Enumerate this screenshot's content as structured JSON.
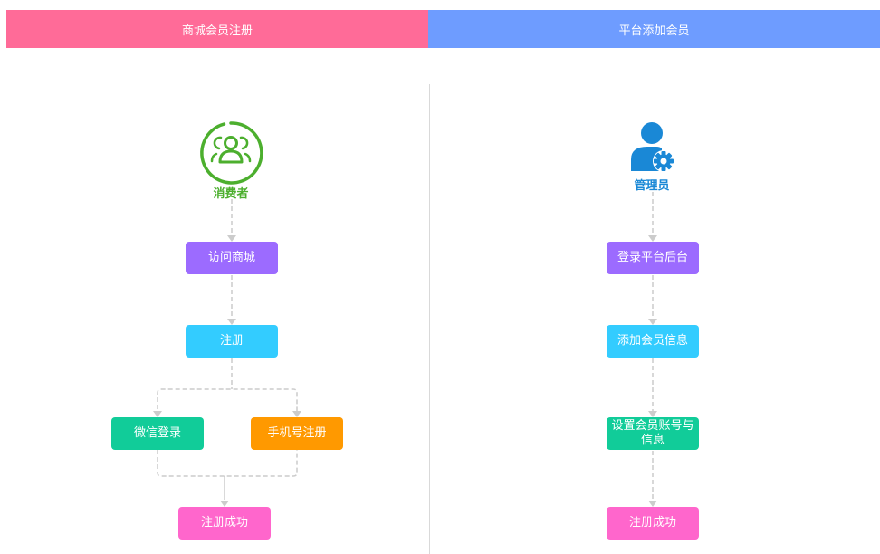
{
  "header": {
    "left_title": "商城会员注册",
    "right_title": "平台添加会员"
  },
  "colors": {
    "left_header": "#ff6b98",
    "right_header": "#6e9cff",
    "purple": "#9c6bff",
    "cyan": "#33ccff",
    "green": "#11cc99",
    "orange": "#ff9900",
    "pink": "#ff66cc",
    "consumer_green": "#4caf2e",
    "admin_blue": "#1a88d6",
    "connector": "#cccccc"
  },
  "left_flow": {
    "actor": {
      "label": "消费者",
      "icon": "consumer-group-icon"
    },
    "steps": {
      "visit": "访问商城",
      "register": "注册",
      "wechat_login": "微信登录",
      "phone_register": "手机号注册",
      "success": "注册成功"
    }
  },
  "right_flow": {
    "actor": {
      "label": "管理员",
      "icon": "admin-gear-icon"
    },
    "steps": {
      "login": "登录平台后台",
      "add_info": "添加会员信息",
      "set_account": "设置会员账号与信息",
      "success": "注册成功"
    }
  }
}
